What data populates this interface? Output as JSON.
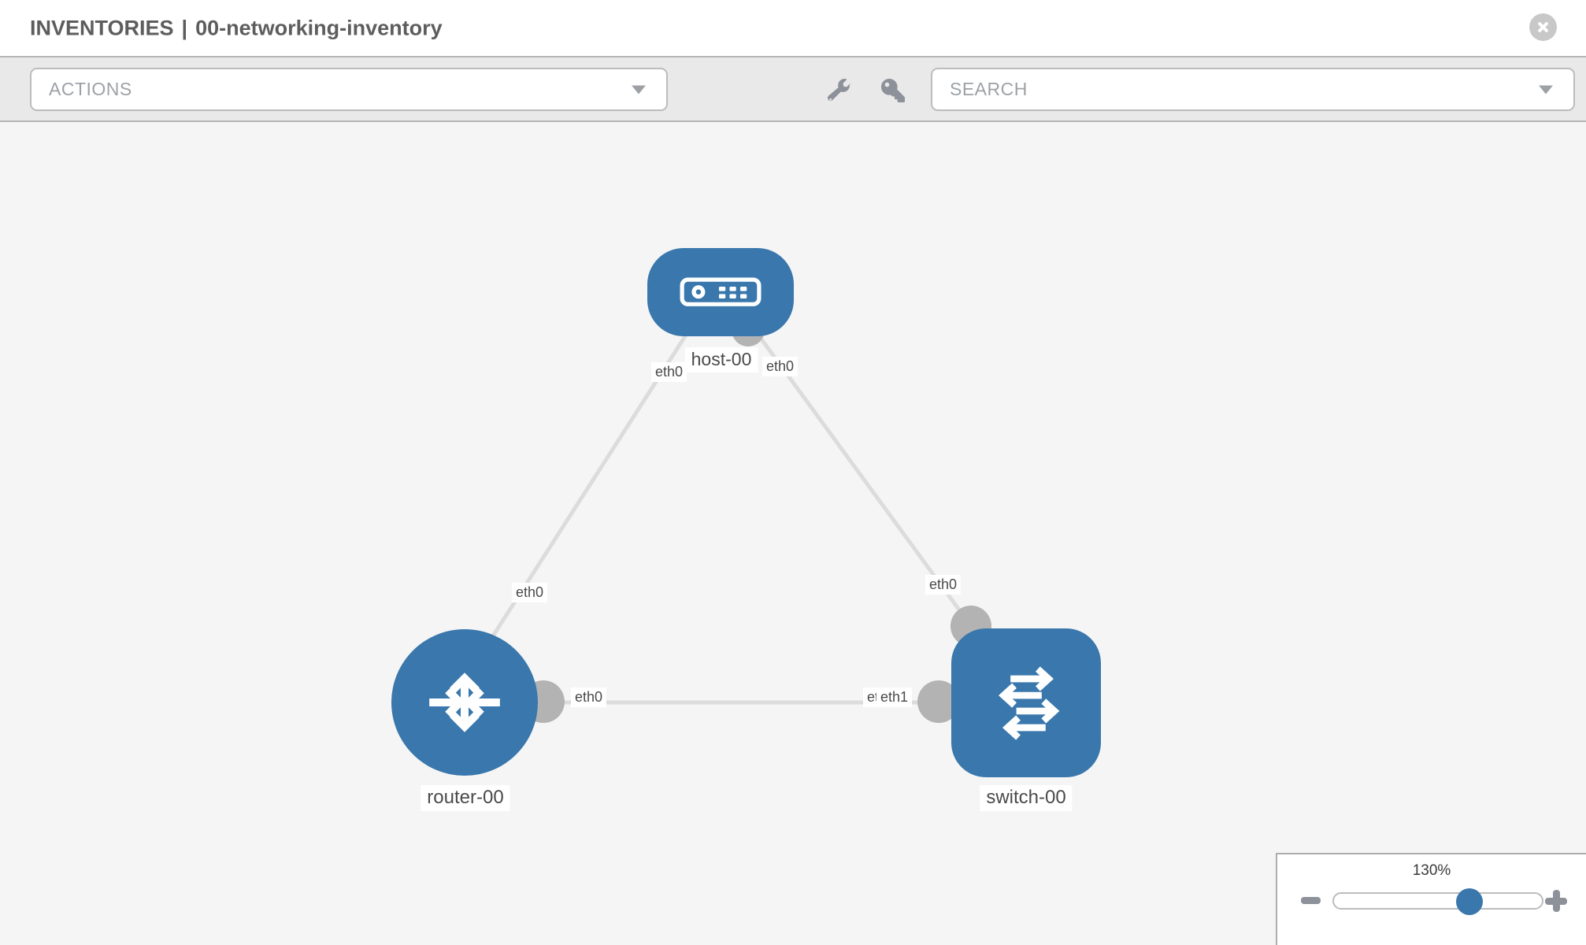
{
  "header": {
    "section": "INVENTORIES",
    "separator": "|",
    "inventory_name": "00-networking-inventory"
  },
  "toolbar": {
    "actions_label": "ACTIONS",
    "search_label": "SEARCH",
    "icons": [
      "wrench-icon",
      "key-icon"
    ]
  },
  "topology": {
    "nodes": [
      {
        "id": "host-00",
        "type": "host",
        "label": "host-00"
      },
      {
        "id": "router-00",
        "type": "router",
        "label": "router-00"
      },
      {
        "id": "switch-00",
        "type": "switch",
        "label": "switch-00"
      }
    ],
    "links": [
      {
        "from": "host-00",
        "to": "router-00"
      },
      {
        "from": "host-00",
        "to": "switch-00"
      },
      {
        "from": "router-00",
        "to": "switch-00"
      }
    ],
    "interface_labels": [
      {
        "text": "eth0",
        "node": "host-00",
        "link": "host-00/router-00"
      },
      {
        "text": "eth0",
        "node": "host-00",
        "link": "host-00/switch-00"
      },
      {
        "text": "eth0",
        "node": "router-00",
        "link": "host-00/router-00"
      },
      {
        "text": "eth0",
        "node": "router-00",
        "link": "router-00/switch-00"
      },
      {
        "text": "eth0",
        "node": "switch-00",
        "link": "host-00/switch-00"
      },
      {
        "text": "eth0",
        "node": "switch-00",
        "link": "router-00/switch-00",
        "note": "partially hidden behind eth1 label"
      },
      {
        "text": "eth1",
        "node": "switch-00",
        "link": "router-00/switch-00"
      }
    ]
  },
  "zoom_control": {
    "value": "130%"
  },
  "colors": {
    "node_blue": "#3977ac",
    "link_gray": "#dcdcdc",
    "interface_dot_gray": "#b3b3b3",
    "canvas_bg": "#f5f5f5",
    "toolbar_bg": "#e9e9e9",
    "header_text": "#5d5d5d",
    "placeholder_text": "#9da1a6"
  }
}
